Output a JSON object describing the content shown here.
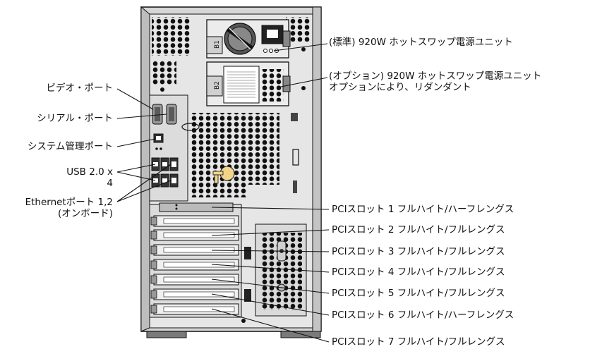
{
  "diagram": {
    "left_labels": [
      "ビデオ・ポート",
      "シリアル・ポート",
      "システム管理ポート",
      "USB 2.0 x",
      "4",
      "Ethernetポート 1,2",
      "(オンボード)"
    ],
    "right_labels": {
      "psu1": "(標準) 920W ホットスワップ電源ユニット",
      "psu2_line1": "(オプション) 920W ホットスワップ電源ユニット",
      "psu2_line2": "オプションにより、リダンダント",
      "pci": [
        "PCIスロット 1 フルハイト/ハーフレングス",
        "PCIスロット 2 フルハイト/フルレングス",
        "PCIスロット 3 フルハイト/フルレングス",
        "PCIスロット 4 フルハイト/フルレングス",
        "PCIスロット 5 フルハイト/フルレングス",
        "PCIスロット 6 フルハイト/ハーフレングス",
        "PCIスロット 7 フルハイト/フルレングス"
      ]
    },
    "psu_bay_tags": [
      "B1",
      "B2"
    ],
    "colors": {
      "chassis_fill": "#d4d4d4",
      "line": "#111111"
    }
  }
}
